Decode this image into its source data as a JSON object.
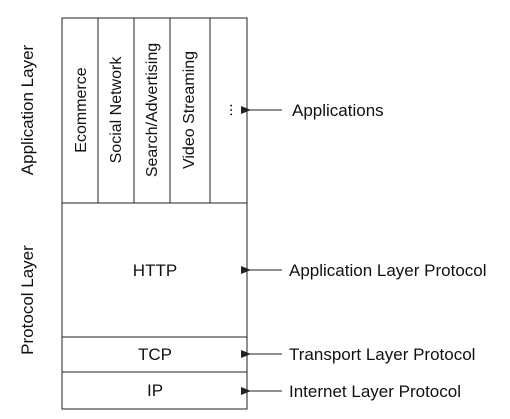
{
  "diagram": {
    "sidebar_labels": {
      "application_layer": "Application Layer",
      "protocol_layer": "Protocol Layer"
    },
    "applications": [
      "Ecommerce",
      "Social Network",
      "Search/Advertising",
      "Video Streaming",
      "..."
    ],
    "protocols": {
      "http": "HTTP",
      "tcp": "TCP",
      "ip": "IP"
    },
    "annotations": {
      "applications": "Applications",
      "application_layer_protocol": "Application Layer Protocol",
      "transport_layer_protocol": "Transport Layer Protocol",
      "internet_layer_protocol": "Internet Layer Protocol"
    },
    "colors": {
      "line": "#222222",
      "text": "#111111",
      "background": "#ffffff"
    }
  }
}
